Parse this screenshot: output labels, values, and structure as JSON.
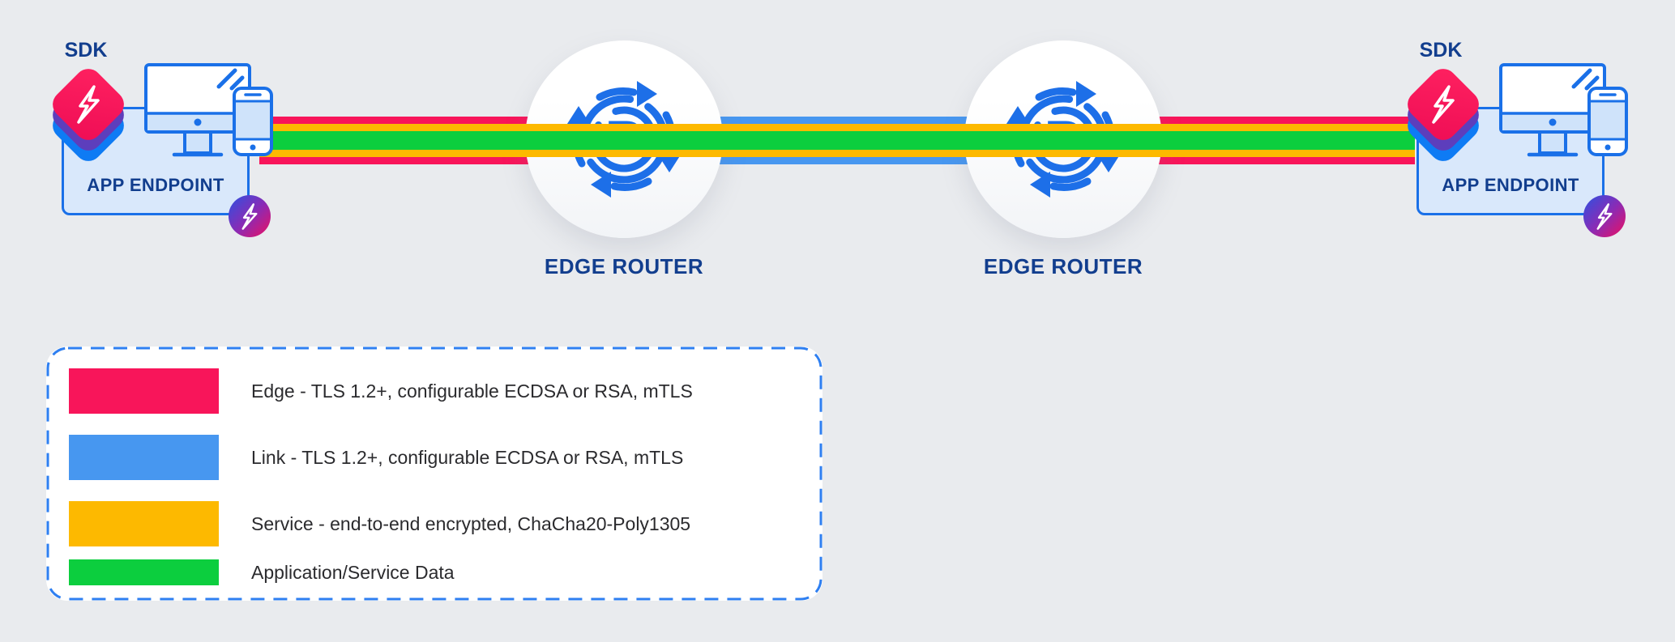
{
  "background": "#E9EBEE",
  "endpoints": {
    "left": {
      "sdk_label": "SDK",
      "label": "APP ENDPOINT"
    },
    "right": {
      "sdk_label": "SDK",
      "label": "APP ENDPOINT"
    }
  },
  "routers": {
    "left": {
      "label": "EDGE ROUTER",
      "icon_letter": "R"
    },
    "right": {
      "label": "EDGE ROUTER",
      "icon_letter": "R"
    }
  },
  "colors": {
    "edge_red": "#F8155A",
    "link_blue": "#4797F0",
    "service_yellow": "#FDB900",
    "data_green": "#0CCE3E",
    "line_blue": "#1A70E8",
    "icon_blue": "#1D6FE8",
    "navy_text": "#123E8E",
    "box_fill": "#D9E8FB",
    "legend_border_blue": "#2E7FF1"
  },
  "legend": {
    "items": [
      {
        "id": "edge",
        "color": "#F8155A",
        "label": "Edge - TLS 1.2+, configurable ECDSA or RSA, mTLS"
      },
      {
        "id": "link",
        "color": "#4797F0",
        "label": "Link - TLS 1.2+, configurable ECDSA or RSA, mTLS"
      },
      {
        "id": "service",
        "color": "#FDB900",
        "label": "Service - end-to-end encrypted, ChaCha20-Poly1305"
      },
      {
        "id": "data",
        "color": "#0CCE3E",
        "label": "Application/Service Data"
      }
    ]
  }
}
